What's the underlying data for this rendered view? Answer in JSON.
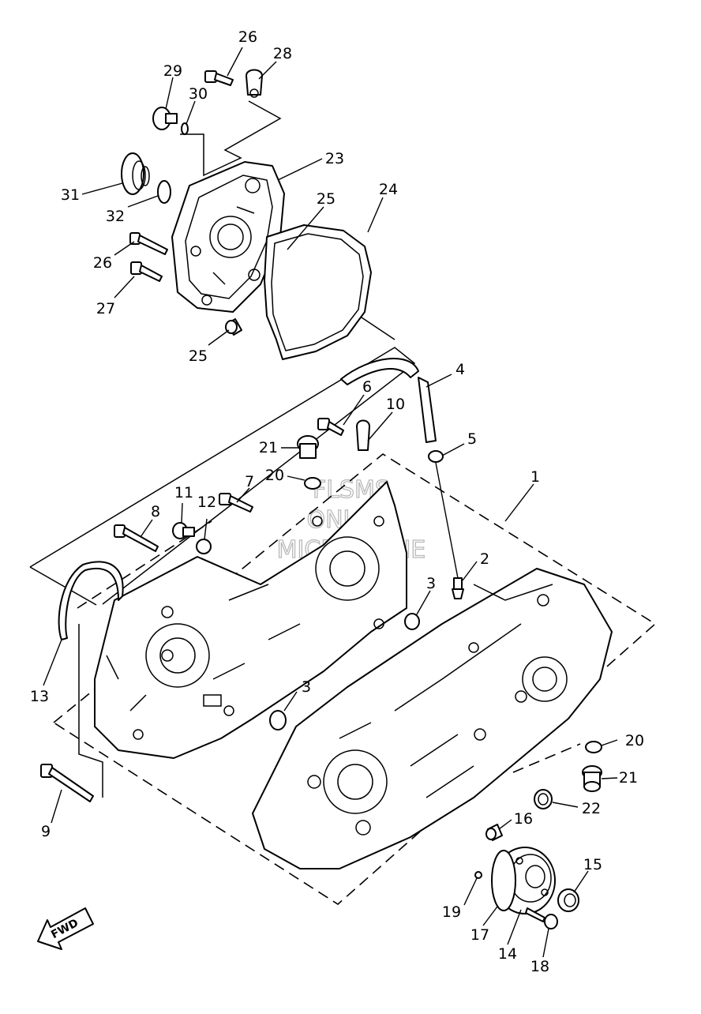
{
  "watermark": {
    "line1": "FLSMS",
    "line2": "ONLINE",
    "line3": "MICROFICHE"
  },
  "fwd_label": "FWD",
  "callouts": [
    {
      "id": "26a",
      "text": "26"
    },
    {
      "id": "28",
      "text": "28"
    },
    {
      "id": "29",
      "text": "29"
    },
    {
      "id": "30",
      "text": "30"
    },
    {
      "id": "23",
      "text": "23"
    },
    {
      "id": "31",
      "text": "31"
    },
    {
      "id": "32",
      "text": "32"
    },
    {
      "id": "25a",
      "text": "25"
    },
    {
      "id": "24",
      "text": "24"
    },
    {
      "id": "26b",
      "text": "26"
    },
    {
      "id": "27",
      "text": "27"
    },
    {
      "id": "25b",
      "text": "25"
    },
    {
      "id": "4",
      "text": "4"
    },
    {
      "id": "6",
      "text": "6"
    },
    {
      "id": "10",
      "text": "10"
    },
    {
      "id": "5",
      "text": "5"
    },
    {
      "id": "21a",
      "text": "21"
    },
    {
      "id": "20a",
      "text": "20"
    },
    {
      "id": "1",
      "text": "1"
    },
    {
      "id": "7",
      "text": "7"
    },
    {
      "id": "11",
      "text": "11"
    },
    {
      "id": "12",
      "text": "12"
    },
    {
      "id": "8",
      "text": "8"
    },
    {
      "id": "2",
      "text": "2"
    },
    {
      "id": "3a",
      "text": "3"
    },
    {
      "id": "13",
      "text": "13"
    },
    {
      "id": "3b",
      "text": "3"
    },
    {
      "id": "20b",
      "text": "20"
    },
    {
      "id": "21b",
      "text": "21"
    },
    {
      "id": "9",
      "text": "9"
    },
    {
      "id": "22",
      "text": "22"
    },
    {
      "id": "16",
      "text": "16"
    },
    {
      "id": "15",
      "text": "15"
    },
    {
      "id": "19",
      "text": "19"
    },
    {
      "id": "17",
      "text": "17"
    },
    {
      "id": "14",
      "text": "14"
    },
    {
      "id": "18",
      "text": "18"
    }
  ]
}
